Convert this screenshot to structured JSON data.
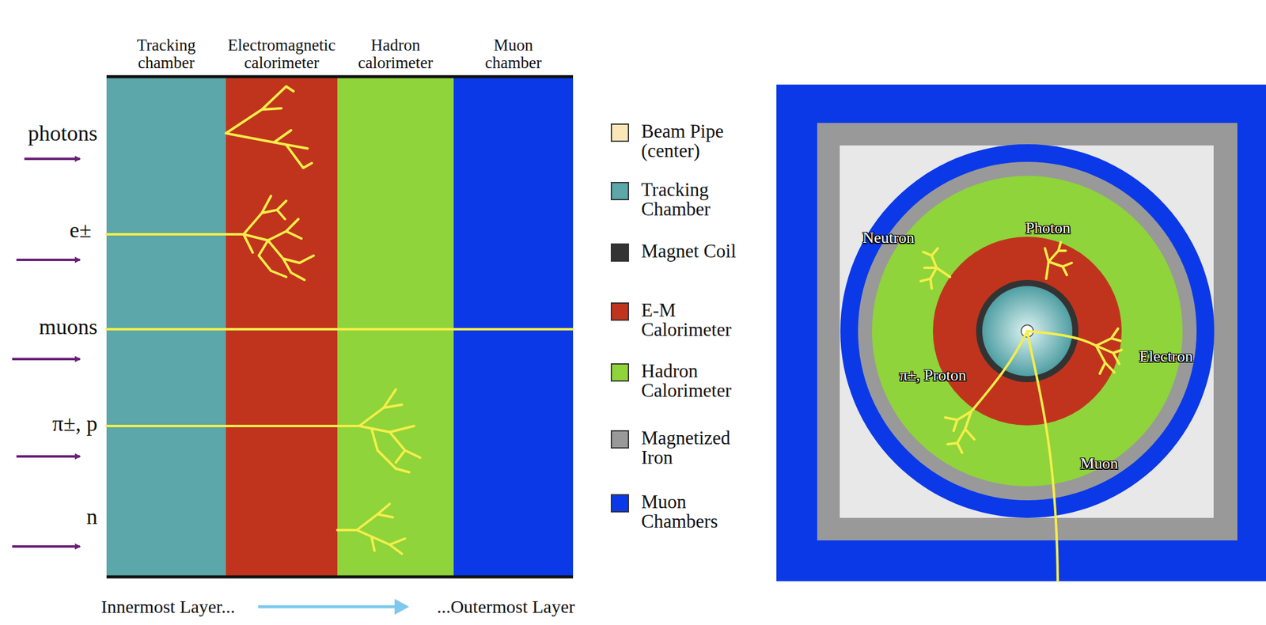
{
  "diagram": {
    "nodes": [
      {
        "text": [
          "Tracking chamber"
        ]
      },
      {
        "text": [
          "Electromagnetic calorimeter"
        ]
      },
      {
        "text": [
          "Hadron calorimeter"
        ]
      },
      {
        "text": [
          "Muon chamber"
        ]
      }
    ],
    "labels": [
      "photons",
      "e±",
      "muons",
      "π±, p",
      "n",
      "Innermost Layer...",
      "...Outermost Layer",
      "Neutron",
      "Photon",
      "Electron",
      "π±, Proton",
      "Muon"
    ],
    "legend": [
      {
        "text": "Beam Pipe (center)",
        "color": "#fbe6b8"
      },
      {
        "text": "Tracking Chamber",
        "color": "#5ba7a9"
      },
      {
        "text": "Magnet Coil",
        "color": "#333333"
      },
      {
        "text": "E-M Calorimeter",
        "color": "#c0341d"
      },
      {
        "text": "Hadron Calorimeter",
        "color": "#8fd43a"
      },
      {
        "text": "Magnetized Iron",
        "color": "#999999"
      },
      {
        "text": "Muon Chambers",
        "color": "#0b39e8"
      }
    ]
  }
}
